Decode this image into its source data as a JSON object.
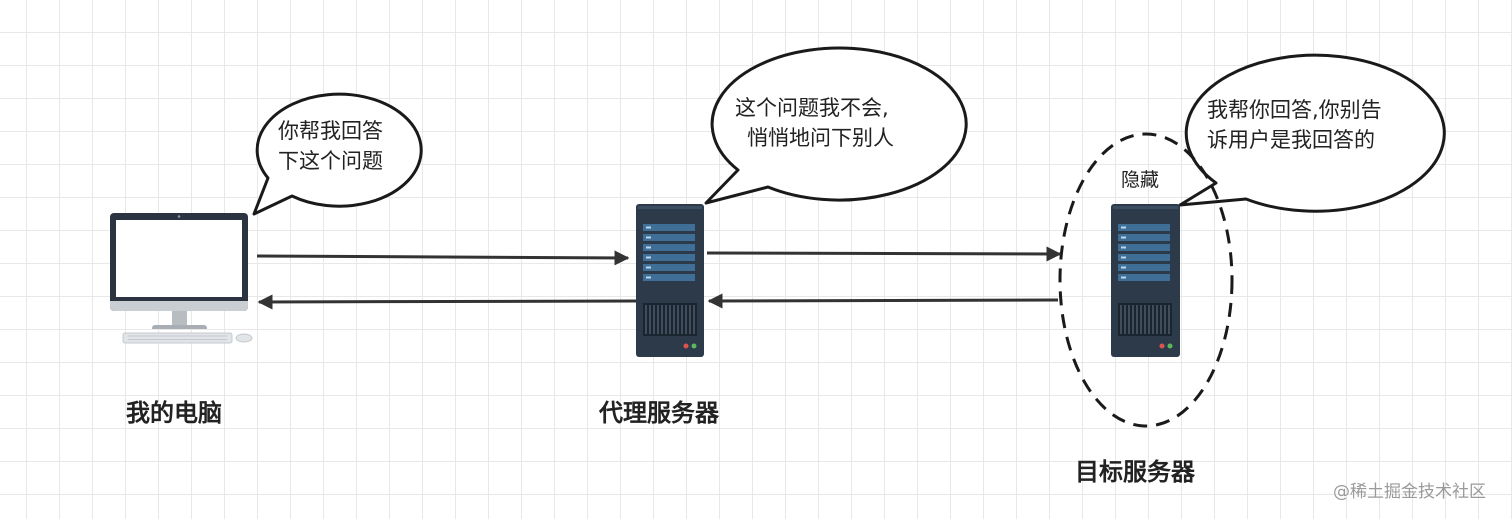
{
  "bubbles": {
    "computer": [
      "你帮我回答",
      "下这个问题"
    ],
    "proxy": [
      "这个问题我不会,",
      "悄悄地问下别人"
    ],
    "target": [
      "我帮你回答,你别告",
      "诉用户是我回答的"
    ]
  },
  "labels": {
    "computer": "我的电脑",
    "proxy": "代理服务器",
    "target": "目标服务器",
    "hidden": "隐藏"
  },
  "watermark": "@稀土掘金技术社区"
}
